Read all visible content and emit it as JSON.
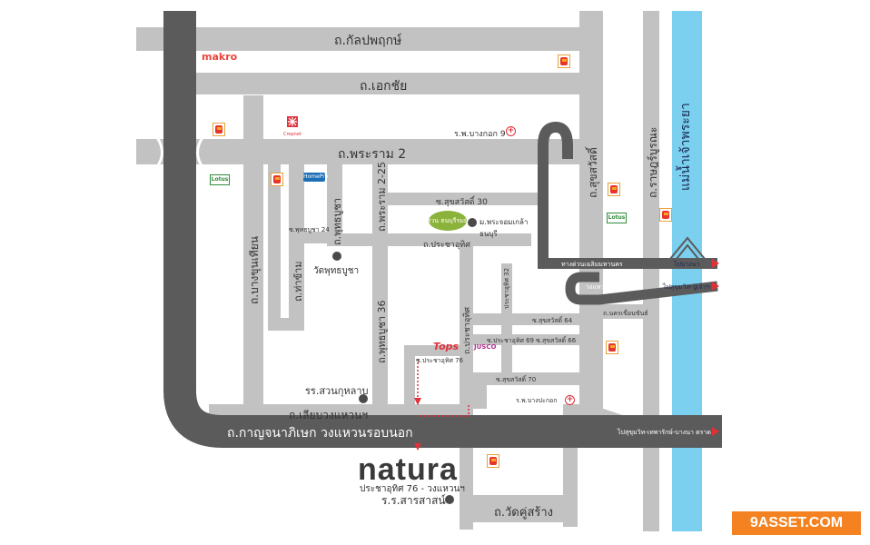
{
  "roads": {
    "kanlapaphruek": "ถ.กัลปพฤกษ์",
    "ekkachai": "ถ.เอกชัย",
    "rama2": "ถ.พระราม 2",
    "sukhasawat": "ถ.สุขสวัสดิ์",
    "ratburana": "ถ.ราษฎร์บูรณะ",
    "bang_khun_thian": "ถ.บางขุนเทียน",
    "tha_kham": "ถ.ท่าข้าม",
    "phutthabucha": "ถ.พุทธบูชา",
    "rama2_soi25": "ถ.พระราม 2-25",
    "phutthabucha36": "ถ.พุทธบูชา 36",
    "pracha_uthit": "ถ.ประชาอุทิศ",
    "pracha_uthit_v": "ถ.ประชาอุทิศ",
    "lieap_wongwaen": "ถ.เลียบวงแหวนฯ",
    "kanchanaphisek": "ถ.กาญจนาภิเษก วงแหวนรอบนอก",
    "wat_khu_sang": "ถ.วัดคู่สร้าง",
    "soi_sukhasawat30": "ซ.สุขสวัสดิ์ 30",
    "soi_phutthabucha24": "ซ.พุทธบูชา 24",
    "soi_pracha_uthit32": "ประชาอุทิศ 32",
    "soi_sukhasawat64": "ซ.สุขสวัสดิ์ 64",
    "soi_pracha_uthit69": "ซ.ประชาอุทิศ 69",
    "soi_sukhasawat66": "ซ.สุขสวัสดิ์ 66",
    "soi_pracha_uthit76": "ซ.ประชาอุทิศ 76",
    "soi_sukhasawat70": "ซ.สุขสวัสดิ์ 70",
    "nakhon_khuean_khan": "ถ.นครเขื่อนขันธ์",
    "expressway": "ทางด่วนเฉลิมมหานคร",
    "wongwaen_utsahakam": "วงแหวนอุตสาหกรรม"
  },
  "directions": {
    "to_bangna": "ไปบางนา",
    "to_sukhumvit_pu_chao": "ไปสุขุมวิท-ปู่เจ้าฯ",
    "to_sukhumvit_east": "ไปสุขุมวิท-เทพารักษ์-บางนา ตราด"
  },
  "river": "แม่น้ำเจ้าพระยา",
  "places": {
    "makro": "makro",
    "bangkok_hospital9": "ร.พ.บางกอก 9",
    "mahidol_univ": "ม.พระจอมเกล้าธนบุรี",
    "park": "สวน ธนบุรีรมย์",
    "wat_phutthabucha": "วัดพุทธบูชา",
    "suan_kulap_school": "รร.สวนกุหลาบ",
    "bang_pakok_hospital": "ร.พ.บางปะกอก",
    "tops": "Tops",
    "jusco": "JUSCO",
    "sarasas_school": "ร.ร.สารสาสน์",
    "tesco_lotus": "Lotus",
    "homepro": "HomePro",
    "central_logo": "Crepnet"
  },
  "project": {
    "name": "natura",
    "subtitle": "ประชาอุทิศ 76 - วงแหวนฯ"
  },
  "brand": "9ASSET.COM",
  "colors": {
    "road_gray": "#c2c2c2",
    "highway_dark": "#5b5b5b",
    "river": "#7bd0f0",
    "accent_red": "#e0303a",
    "brand_orange": "#f58220"
  }
}
